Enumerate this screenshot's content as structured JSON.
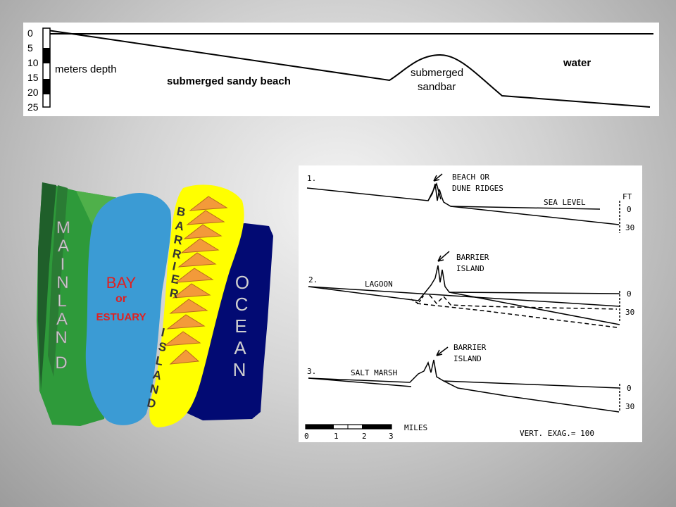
{
  "depth_profile": {
    "scale_ticks": [
      "0",
      "5",
      "10",
      "15",
      "20",
      "25"
    ],
    "scale_label": "meters depth",
    "beach_label": "submerged sandy beach",
    "sandbar_label_line1": "submerged",
    "sandbar_label_line2": "sandbar",
    "water_label": "water"
  },
  "barrier_map": {
    "mainland_letters": [
      "M",
      "A",
      "I",
      "N",
      "L",
      "A",
      "N",
      "D"
    ],
    "bay_label": "BAY",
    "or_label": "or",
    "estuary_label": "ESTUARY",
    "barrier_letters": [
      "B",
      "A",
      "R",
      "R",
      "I",
      "E",
      "R"
    ],
    "island_letters": [
      "I",
      "S",
      "L",
      "A",
      "N",
      "D"
    ],
    "ocean_letters": [
      "O",
      "C",
      "E",
      "A",
      "N"
    ],
    "colors": {
      "mainland": "#2e9a3a",
      "mainland_dark": "#1f5f2a",
      "bay": "#3b9bd4",
      "barrier": "#ffff00",
      "dunes": "#f39a3a",
      "ocean": "#020a73",
      "bay_text": "#e02020",
      "letters": "#cfcfcf"
    }
  },
  "cross_sections": {
    "profile1_number": "1.",
    "profile1_label_line1": "BEACH OR",
    "profile1_label_line2": "DUNE RIDGES",
    "sea_level_label": "SEA LEVEL",
    "ft_label": "FT",
    "profile1_tick_0": "0",
    "profile1_tick_30": "30",
    "profile2_number": "2.",
    "lagoon_label": "LAGOON",
    "profile2_label_line1": "BARRIER",
    "profile2_label_line2": "ISLAND",
    "profile2_tick_0": "0",
    "profile2_tick_30": "30",
    "profile3_number": "3.",
    "salt_marsh_label": "SALT MARSH",
    "profile3_label_line1": "BARRIER",
    "profile3_label_line2": "ISLAND",
    "profile3_tick_0": "0",
    "profile3_tick_30": "30",
    "miles_label": "MILES",
    "scale_numbers": [
      "0",
      "1",
      "2",
      "3"
    ],
    "vert_exag": "VERT.  EXAG.= 100"
  }
}
